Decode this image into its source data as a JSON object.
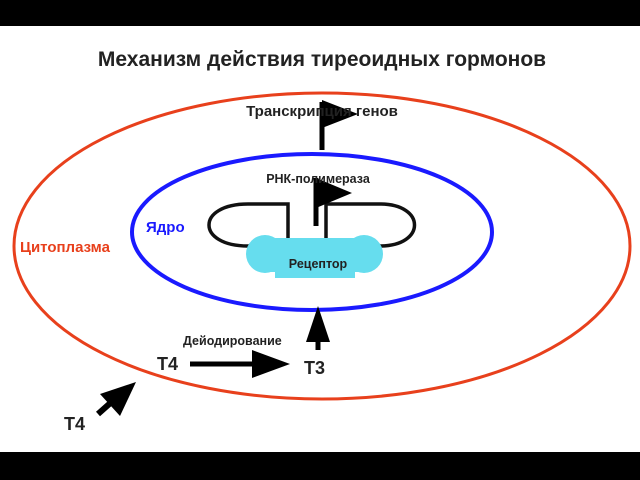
{
  "title": "Механизм действия тиреоидных гормонов",
  "labels": {
    "transcription": "Транскрипция генов",
    "rna_polymerase": "РНК-полимераза",
    "nucleus": "Ядро",
    "cytoplasm": "Цитоплазма",
    "receptor": "Рецептор",
    "deiodination": "Дейодирование",
    "t4_inside": "Т4",
    "t3": "Т3",
    "t4_outside": "Т4"
  },
  "colors": {
    "cell_membrane": "#e8401c",
    "nuclear_membrane": "#1a1aff",
    "nucleus_label": "#1a1aff",
    "cytoplasm_label": "#e8401c",
    "receptor_fill": "#66ddee",
    "text": "#222222"
  }
}
